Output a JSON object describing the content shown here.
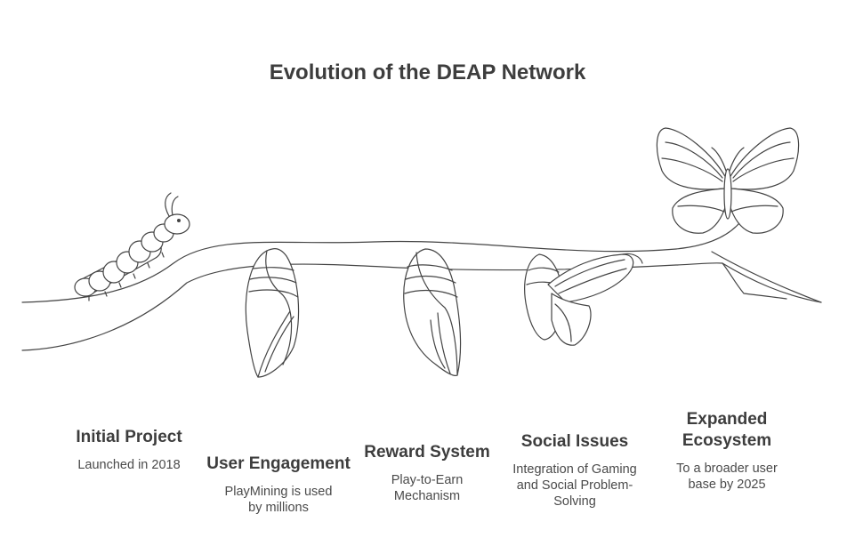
{
  "title": "Evolution of the DEAP Network",
  "stages": [
    {
      "heading": "Initial Project",
      "description": "Launched in 2018",
      "icon": "caterpillar-icon"
    },
    {
      "heading": "User Engagement",
      "description": "PlayMining is used by millions",
      "icon": "chrysalis-icon"
    },
    {
      "heading": "Reward System",
      "description": "Play-to-Earn Mechanism",
      "icon": "chrysalis-icon"
    },
    {
      "heading": "Social Issues",
      "description": "Integration of Gaming and Social Problem-Solving",
      "icon": "emerging-butterfly-icon"
    },
    {
      "heading": "Expanded Ecosystem",
      "description": "To a broader user base by 2025",
      "icon": "butterfly-icon"
    }
  ]
}
